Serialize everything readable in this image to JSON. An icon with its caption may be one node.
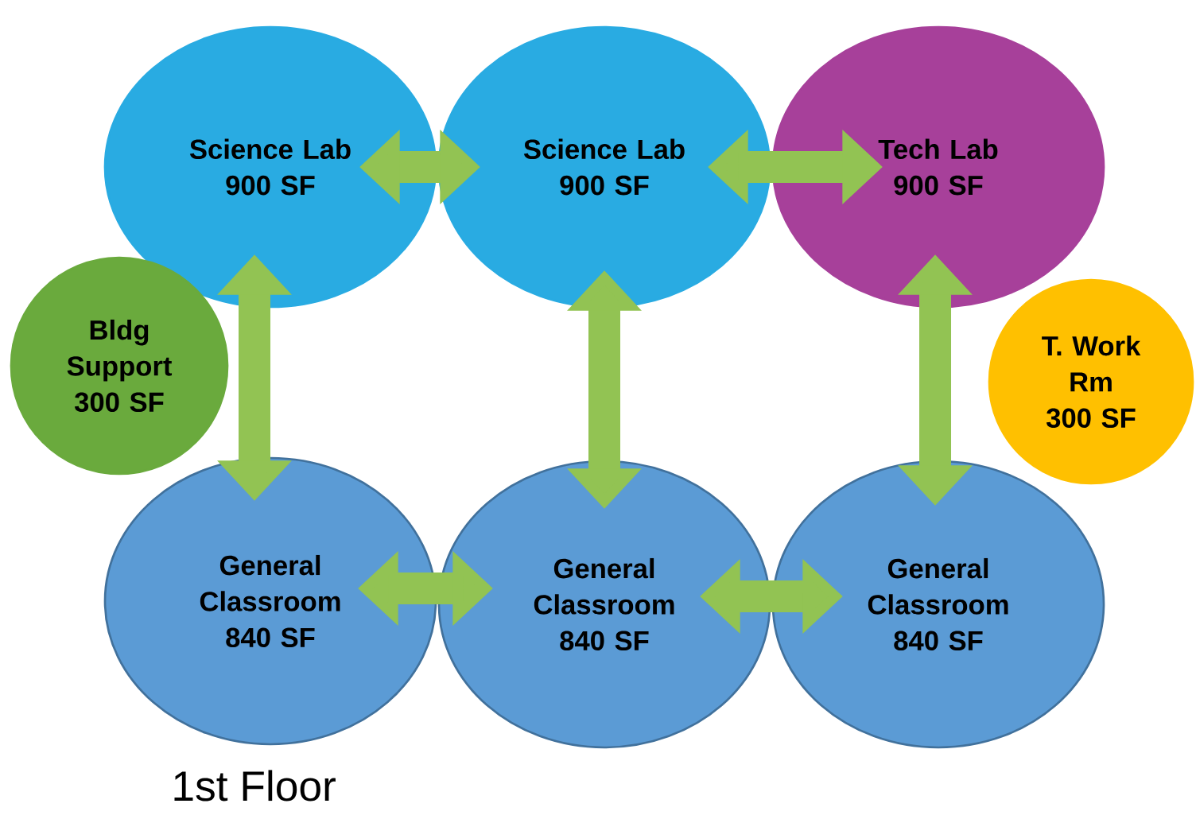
{
  "diagram": {
    "nodes": [
      {
        "text": [
          "Science Lab",
          "900 SF"
        ]
      },
      {
        "text": [
          "Science Lab",
          "900 SF"
        ]
      },
      {
        "text": [
          "Tech Lab",
          "900 SF"
        ]
      },
      {
        "text": [
          "Bldg Support",
          "300 SF"
        ]
      },
      {
        "text": [
          "T. Work Rm",
          "300 SF"
        ]
      },
      {
        "text": [
          "General Classroom",
          "840 SF"
        ]
      },
      {
        "text": [
          "General Classroom",
          "840 SF"
        ]
      },
      {
        "text": [
          "General Classroom",
          "840 SF"
        ]
      }
    ],
    "edges": [
      {
        "from": 0,
        "to": 1,
        "arrow": "both"
      },
      {
        "from": 1,
        "to": 2,
        "arrow": "both"
      },
      {
        "from": 0,
        "to": 5,
        "arrow": "both"
      },
      {
        "from": 1,
        "to": 6,
        "arrow": "both"
      },
      {
        "from": 2,
        "to": 7,
        "arrow": "both"
      },
      {
        "from": 5,
        "to": 6,
        "arrow": "both"
      },
      {
        "from": 6,
        "to": 7,
        "arrow": "both"
      }
    ],
    "labels": [
      "1st Floor"
    ]
  }
}
